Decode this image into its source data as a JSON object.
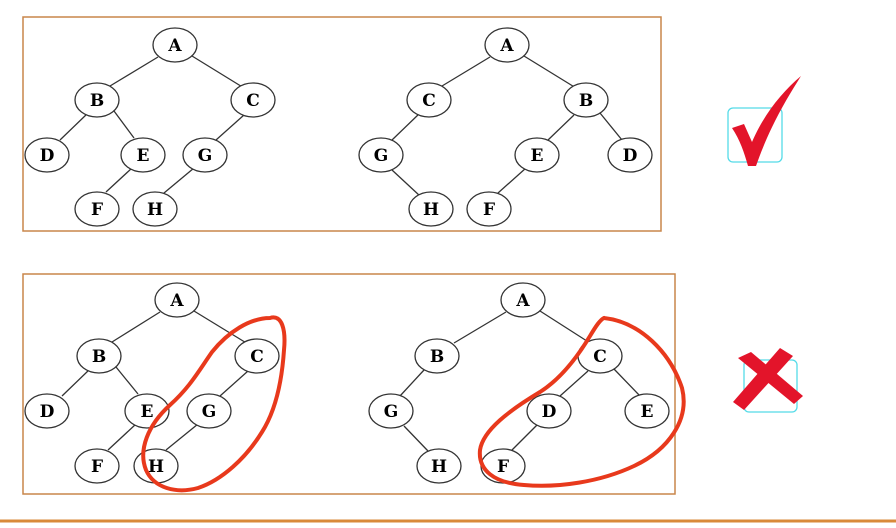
{
  "colors": {
    "panel_border": "#c8864a",
    "node_stroke": "#333333",
    "edge": "#333333",
    "highlight_loop": "#e8391c",
    "check_mark": "#e3142a",
    "cross_mark": "#e3142a",
    "mark_box": "#54dbe8",
    "rule": "#d98a3a"
  },
  "icons": {
    "correct": "check-mark-icon",
    "wrong": "cross-mark-icon"
  },
  "diagrams": {
    "top_left": {
      "nodes": {
        "a": "A",
        "b": "B",
        "c": "C",
        "d": "D",
        "e": "E",
        "g": "G",
        "f": "F",
        "h": "H"
      }
    },
    "top_right": {
      "nodes": {
        "a": "A",
        "c": "C",
        "b": "B",
        "g": "G",
        "e": "E",
        "d": "D",
        "h": "H",
        "f": "F"
      }
    },
    "bottom_left": {
      "nodes": {
        "a": "A",
        "b": "B",
        "c": "C",
        "d": "D",
        "e": "E",
        "g": "G",
        "f": "F",
        "h": "H"
      }
    },
    "bottom_right": {
      "nodes": {
        "a": "A",
        "b": "B",
        "c": "C",
        "g": "G",
        "d": "D",
        "e": "E",
        "h": "H",
        "f": "F"
      }
    }
  }
}
